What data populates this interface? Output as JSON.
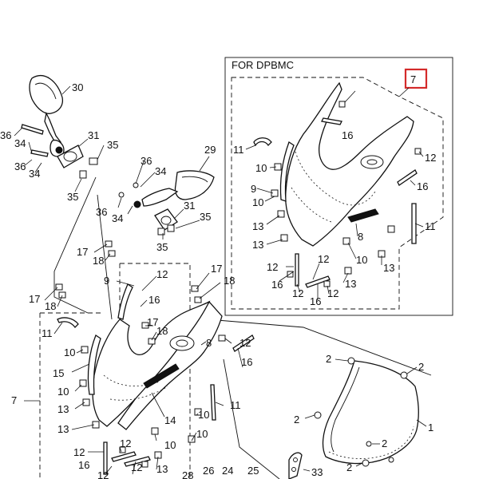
{
  "inset": {
    "title": "FOR DPBMC",
    "ref_number": "7",
    "highlight_color": "#d42a2a"
  },
  "labels": {
    "l30": "30",
    "l36a": "36",
    "l34a": "34",
    "l31a": "31",
    "l35a": "35",
    "l36b": "36",
    "l34b": "34",
    "l35b": "35",
    "l29": "29",
    "l36c": "36",
    "l34c": "34",
    "l36d": "36",
    "l34d": "34",
    "l31b": "31",
    "l35c": "35",
    "l35d": "35",
    "l17a": "17",
    "l18a": "18",
    "l9a": "9",
    "l12a": "12",
    "l17b": "17",
    "l18b": "18",
    "l17c": "17",
    "l18c": "18",
    "l16a": "16",
    "l17d": "17",
    "l18d": "18",
    "l11a": "11",
    "l10a": "10",
    "l15": "15",
    "l8a": "8",
    "l12b": "12",
    "l10b": "10",
    "l16b": "16",
    "l7": "7",
    "l13a": "13",
    "l11b": "11",
    "l14": "14",
    "l10c": "10",
    "l13b": "13",
    "l10d": "10",
    "l12c": "12",
    "l16c": "16",
    "l12d": "12",
    "l13c": "13",
    "l28": "28",
    "l26": "26",
    "l24": "24",
    "l25": "25",
    "l33": "33",
    "l2a": "2",
    "l2b": "2",
    "l2c": "2",
    "l1": "1",
    "l2d": "2",
    "l2e": "2",
    "i16a": "16",
    "i11": "11",
    "i10a": "10",
    "i12a": "12",
    "i9": "9",
    "i10b": "10",
    "i16b": "16",
    "i13a": "13",
    "i13b": "13",
    "i8": "8",
    "i11b": "11",
    "i12b": "12",
    "i12c": "12",
    "i10c": "10",
    "i13c": "13",
    "i16c": "16",
    "i12d": "12",
    "i13d": "13",
    "i16d": "16",
    "i12e": "12"
  }
}
